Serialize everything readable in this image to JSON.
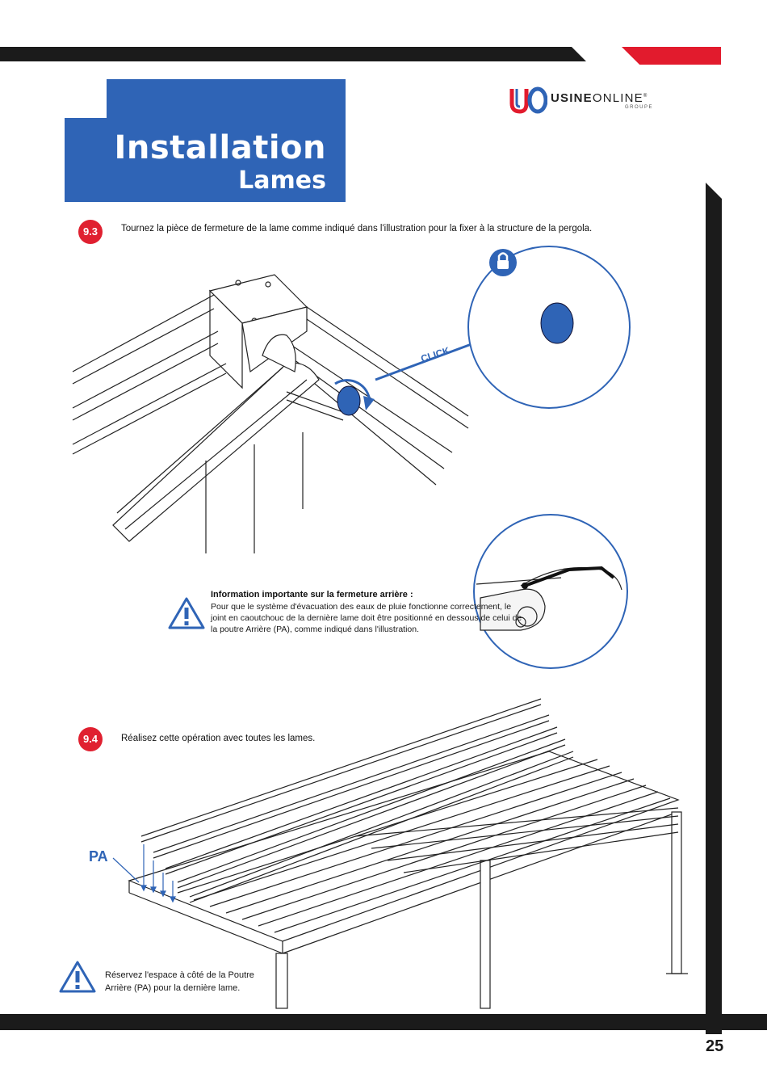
{
  "brand": {
    "name_bold": "USINE",
    "name_light": "ONLINE",
    "registered": "®",
    "group": "GROUPE"
  },
  "header": {
    "title": "Installation",
    "subtitle": "Lames"
  },
  "steps": [
    {
      "number": "9.3",
      "text": "Tournez la pièce de fermeture de la lame comme indiqué dans l'illustration pour la fixer à la structure de la pergola."
    },
    {
      "number": "9.4",
      "text": "Réalisez cette opération avec toutes les lames."
    }
  ],
  "illustration": {
    "click_label": "CLICK",
    "pa_label": "PA"
  },
  "info_box": {
    "title": "Information importante sur la fermeture arrière :",
    "lines": [
      "Pour que le système d'évacuation des eaux de pluie fonctionne correctement, le",
      "joint en caoutchouc de la dernière lame doit être positionné en dessous de celui de",
      "la poutre Arrière (PA), comme indiqué dans l'illustration."
    ]
  },
  "warning_note": {
    "lines": [
      "Réservez l'espace à côté de la Poutre",
      "Arrière (PA) pour la dernière lame."
    ]
  },
  "page_number": "25",
  "colors": {
    "brand_blue": "#2f64b6",
    "accent_red": "#e21b2d",
    "band_black": "#1b1b1b"
  }
}
